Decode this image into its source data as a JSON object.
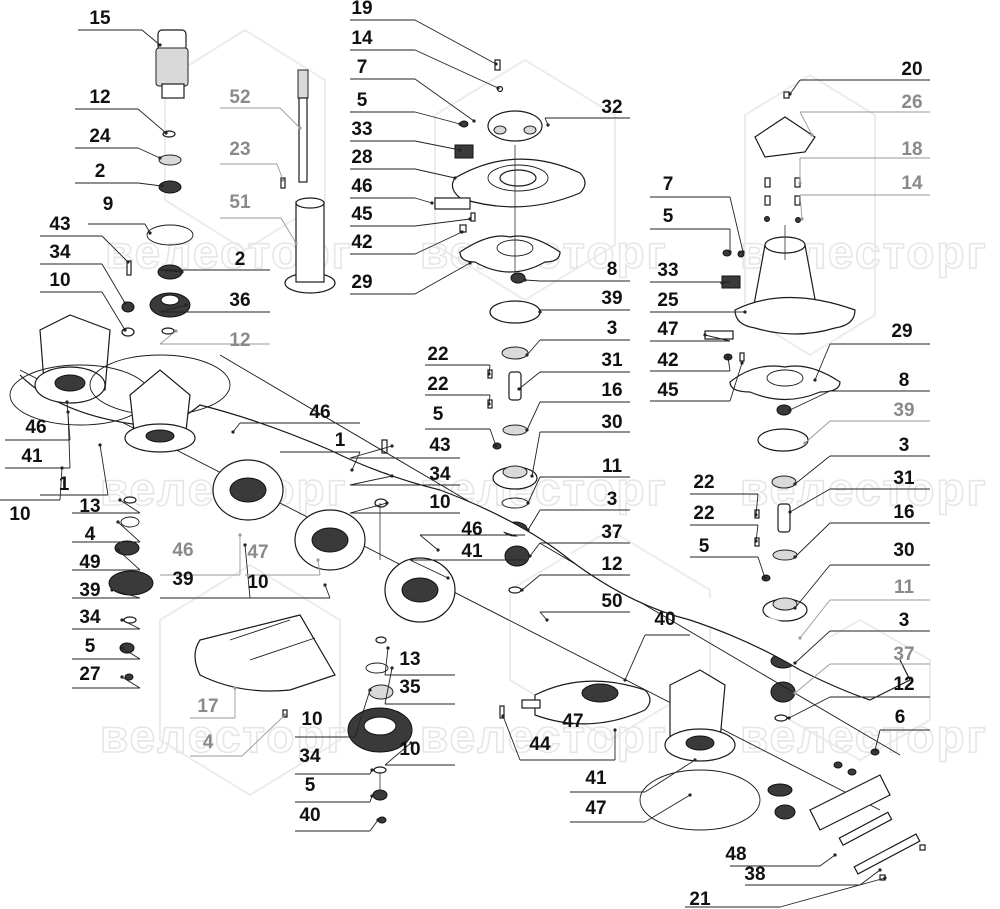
{
  "diagram": {
    "type": "exploded-parts-diagram",
    "subject": "disc mower cutter bar assembly",
    "watermark": "велесторг",
    "colors": {
      "label_dark": "#111111",
      "label_grey": "#8a8a8a",
      "leader_dark": "#222222",
      "leader_grey": "#9a9a9a",
      "watermark": "#e6e6e6",
      "background": "#ffffff"
    },
    "callouts": [
      {
        "num": "15",
        "tone": "dark"
      },
      {
        "num": "12",
        "tone": "dark"
      },
      {
        "num": "24",
        "tone": "dark"
      },
      {
        "num": "2",
        "tone": "dark"
      },
      {
        "num": "9",
        "tone": "dark"
      },
      {
        "num": "43",
        "tone": "dark"
      },
      {
        "num": "34",
        "tone": "dark"
      },
      {
        "num": "10",
        "tone": "dark"
      },
      {
        "num": "52",
        "tone": "grey"
      },
      {
        "num": "23",
        "tone": "grey"
      },
      {
        "num": "51",
        "tone": "grey"
      },
      {
        "num": "2",
        "tone": "dark"
      },
      {
        "num": "36",
        "tone": "dark"
      },
      {
        "num": "12",
        "tone": "grey"
      },
      {
        "num": "19",
        "tone": "dark"
      },
      {
        "num": "14",
        "tone": "dark"
      },
      {
        "num": "7",
        "tone": "dark"
      },
      {
        "num": "5",
        "tone": "dark"
      },
      {
        "num": "32",
        "tone": "dark"
      },
      {
        "num": "33",
        "tone": "dark"
      },
      {
        "num": "28",
        "tone": "dark"
      },
      {
        "num": "46",
        "tone": "dark"
      },
      {
        "num": "45",
        "tone": "dark"
      },
      {
        "num": "42",
        "tone": "dark"
      },
      {
        "num": "29",
        "tone": "dark"
      },
      {
        "num": "8",
        "tone": "dark"
      },
      {
        "num": "39",
        "tone": "dark"
      },
      {
        "num": "3",
        "tone": "dark"
      },
      {
        "num": "22",
        "tone": "dark"
      },
      {
        "num": "31",
        "tone": "dark"
      },
      {
        "num": "22",
        "tone": "dark"
      },
      {
        "num": "16",
        "tone": "dark"
      },
      {
        "num": "5",
        "tone": "dark"
      },
      {
        "num": "30",
        "tone": "dark"
      },
      {
        "num": "46",
        "tone": "dark"
      },
      {
        "num": "1",
        "tone": "dark"
      },
      {
        "num": "43",
        "tone": "dark"
      },
      {
        "num": "34",
        "tone": "dark"
      },
      {
        "num": "10",
        "tone": "dark"
      },
      {
        "num": "11",
        "tone": "dark"
      },
      {
        "num": "3",
        "tone": "dark"
      },
      {
        "num": "46",
        "tone": "dark"
      },
      {
        "num": "37",
        "tone": "dark"
      },
      {
        "num": "41",
        "tone": "dark"
      },
      {
        "num": "12",
        "tone": "dark"
      },
      {
        "num": "50",
        "tone": "dark"
      },
      {
        "num": "20",
        "tone": "dark"
      },
      {
        "num": "26",
        "tone": "grey"
      },
      {
        "num": "18",
        "tone": "grey"
      },
      {
        "num": "14",
        "tone": "grey"
      },
      {
        "num": "7",
        "tone": "dark"
      },
      {
        "num": "5",
        "tone": "dark"
      },
      {
        "num": "33",
        "tone": "dark"
      },
      {
        "num": "25",
        "tone": "dark"
      },
      {
        "num": "47",
        "tone": "dark"
      },
      {
        "num": "29",
        "tone": "dark"
      },
      {
        "num": "42",
        "tone": "dark"
      },
      {
        "num": "8",
        "tone": "dark"
      },
      {
        "num": "45",
        "tone": "dark"
      },
      {
        "num": "39",
        "tone": "grey"
      },
      {
        "num": "3",
        "tone": "dark"
      },
      {
        "num": "22",
        "tone": "dark"
      },
      {
        "num": "31",
        "tone": "dark"
      },
      {
        "num": "22",
        "tone": "dark"
      },
      {
        "num": "16",
        "tone": "dark"
      },
      {
        "num": "5",
        "tone": "dark"
      },
      {
        "num": "30",
        "tone": "dark"
      },
      {
        "num": "11",
        "tone": "grey"
      },
      {
        "num": "3",
        "tone": "dark"
      },
      {
        "num": "37",
        "tone": "grey"
      },
      {
        "num": "12",
        "tone": "dark"
      },
      {
        "num": "6",
        "tone": "dark"
      },
      {
        "num": "40",
        "tone": "dark"
      },
      {
        "num": "46",
        "tone": "dark"
      },
      {
        "num": "41",
        "tone": "dark"
      },
      {
        "num": "1",
        "tone": "dark"
      },
      {
        "num": "10",
        "tone": "dark"
      },
      {
        "num": "13",
        "tone": "dark"
      },
      {
        "num": "4",
        "tone": "dark"
      },
      {
        "num": "49",
        "tone": "dark"
      },
      {
        "num": "39",
        "tone": "dark"
      },
      {
        "num": "46",
        "tone": "grey"
      },
      {
        "num": "39",
        "tone": "dark"
      },
      {
        "num": "47",
        "tone": "grey"
      },
      {
        "num": "10",
        "tone": "dark"
      },
      {
        "num": "34",
        "tone": "dark"
      },
      {
        "num": "5",
        "tone": "dark"
      },
      {
        "num": "27",
        "tone": "dark"
      },
      {
        "num": "17",
        "tone": "grey"
      },
      {
        "num": "4",
        "tone": "grey"
      },
      {
        "num": "10",
        "tone": "dark"
      },
      {
        "num": "13",
        "tone": "dark"
      },
      {
        "num": "35",
        "tone": "dark"
      },
      {
        "num": "10",
        "tone": "dark"
      },
      {
        "num": "34",
        "tone": "dark"
      },
      {
        "num": "5",
        "tone": "dark"
      },
      {
        "num": "40",
        "tone": "dark"
      },
      {
        "num": "47",
        "tone": "dark"
      },
      {
        "num": "44",
        "tone": "dark"
      },
      {
        "num": "41",
        "tone": "dark"
      },
      {
        "num": "47",
        "tone": "dark"
      },
      {
        "num": "48",
        "tone": "dark"
      },
      {
        "num": "38",
        "tone": "dark"
      },
      {
        "num": "21",
        "tone": "dark"
      }
    ]
  }
}
